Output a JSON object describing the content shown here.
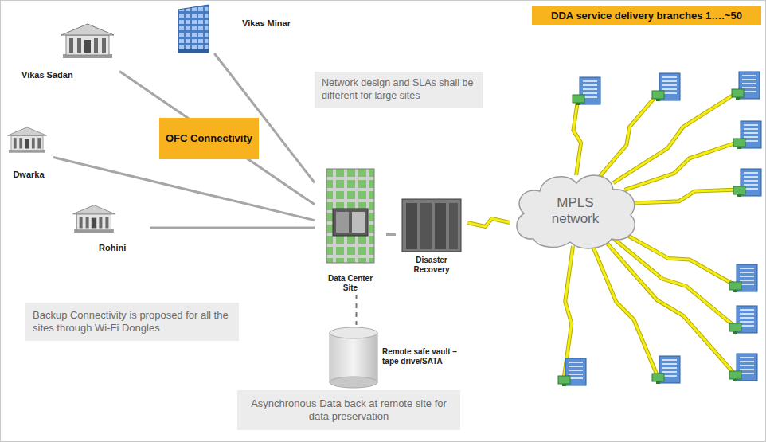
{
  "diagram": {
    "nodes": [
      {
        "text": [
          "Vikas Sadan"
        ]
      },
      {
        "text": [
          "Vikas Minar"
        ]
      },
      {
        "text": [
          "DDA service delivery branches 1….~50"
        ]
      },
      {
        "text": [
          "Network design and SLAs shall be different for large sites"
        ]
      },
      {
        "text": [
          "OFC Connectivity"
        ]
      },
      {
        "text": [
          "Dwarka"
        ]
      },
      {
        "text": [
          "Data Center Site"
        ]
      },
      {
        "text": [
          "Disaster Recovery"
        ]
      },
      {
        "text": [
          "MPLS network"
        ]
      },
      {
        "text": [
          "Rohini"
        ]
      },
      {
        "text": [
          "Backup Connectivity is proposed for all the sites through Wi-Fi Dongles"
        ]
      },
      {
        "text": [
          "Remote safe vault – tape drive/SATA"
        ]
      },
      {
        "text": [
          "Asynchronous Data back at remote site for data preservation"
        ]
      }
    ],
    "edges": [
      {
        "from": 0,
        "to": 6,
        "arrow": "none"
      },
      {
        "from": 1,
        "to": 6,
        "arrow": "none"
      },
      {
        "from": 5,
        "to": 6,
        "arrow": "none"
      },
      {
        "from": 9,
        "to": 6,
        "arrow": "none"
      },
      {
        "from": 6,
        "to": 7,
        "arrow": "none"
      },
      {
        "from": 7,
        "to": 8,
        "arrow": "none"
      },
      {
        "from": 6,
        "to": 11,
        "arrow": "none"
      }
    ]
  }
}
